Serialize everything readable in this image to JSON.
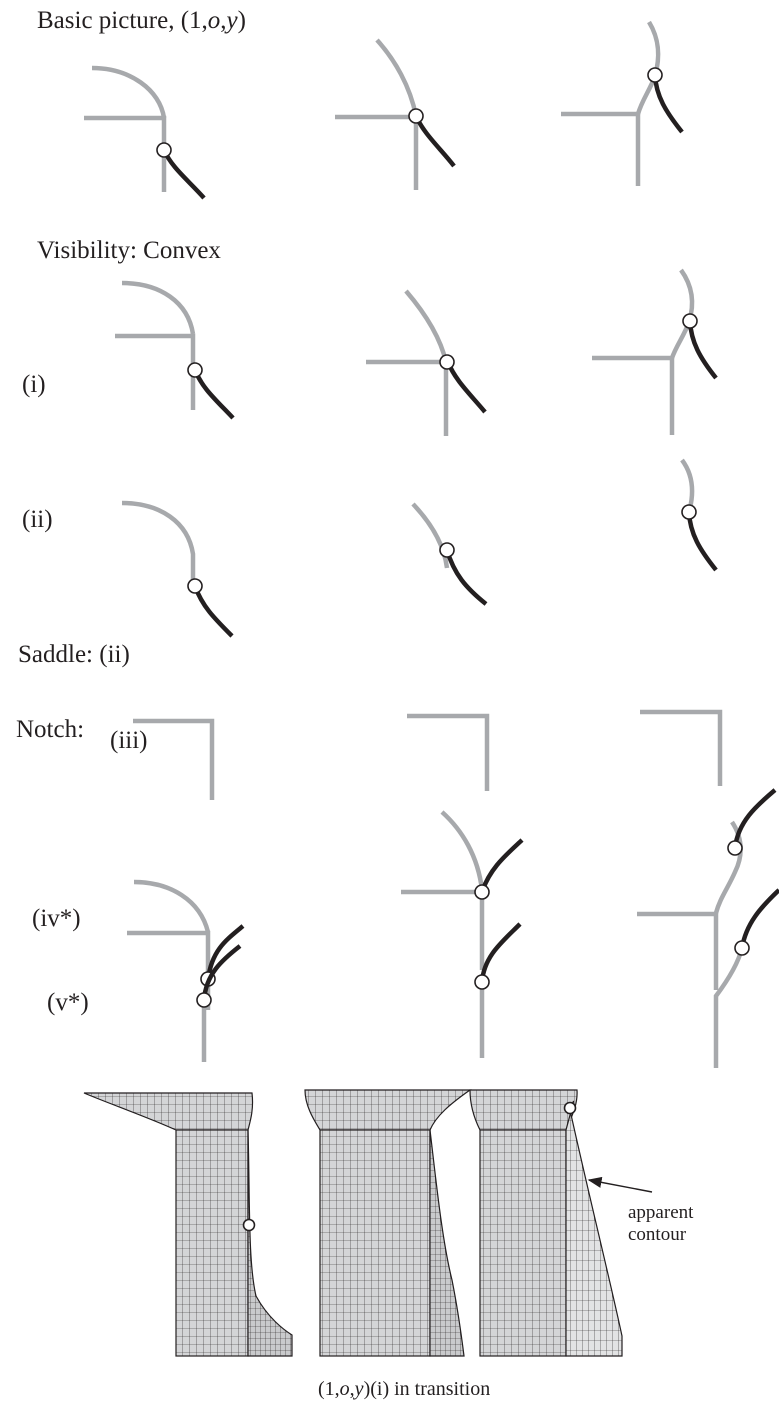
{
  "headings": {
    "basic": "Basic picture, (1,o,y)",
    "visibility": "Visibility: Convex",
    "saddle": "Saddle: (ii)",
    "notch": "Notch:"
  },
  "row_labels": {
    "i": "(i)",
    "ii": "(ii)",
    "iii": "(iii)",
    "iv": "(iv*)",
    "v": "(v*)"
  },
  "annotation": {
    "line1": "apparent",
    "line2": "contour"
  },
  "caption": "(1,o,y)(i) in transition",
  "colors": {
    "background": "#ffffff",
    "contour_grey": "#a7a9ac",
    "contour_black": "#231f20",
    "mesh_fill": "#d4d5d7"
  }
}
